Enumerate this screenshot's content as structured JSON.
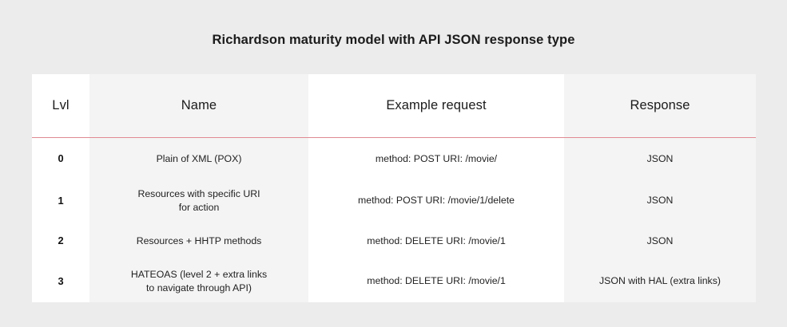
{
  "page": {
    "title": "Richardson maturity model with API JSON response type",
    "background_color": "#ececec"
  },
  "table": {
    "accent_rule_color": "#e08a92",
    "shaded_column_color": "#f4f4f4",
    "plain_column_color": "#ffffff",
    "columns": [
      {
        "key": "lvl",
        "label": "Lvl",
        "shaded": false
      },
      {
        "key": "name",
        "label": "Name",
        "shaded": true
      },
      {
        "key": "request",
        "label": "Example request",
        "shaded": false
      },
      {
        "key": "response",
        "label": "Response",
        "shaded": true
      }
    ],
    "rows": [
      {
        "lvl": "0",
        "name_line1": "Plain of XML (POX)",
        "name_line2": "",
        "request": "method: POST URI: /movie/",
        "response": "JSON"
      },
      {
        "lvl": "1",
        "name_line1": "Resources with specific URI",
        "name_line2": "for action",
        "request": "method: POST URI: /movie/1/delete",
        "response": "JSON"
      },
      {
        "lvl": "2",
        "name_line1": "Resources + HHTP methods",
        "name_line2": "",
        "request": "method: DELETE URI: /movie/1",
        "response": "JSON"
      },
      {
        "lvl": "3",
        "name_line1": "HATEOAS (level 2 + extra links",
        "name_line2": "to navigate through API)",
        "request": "method: DELETE URI: /movie/1",
        "response": "JSON with HAL (extra links)"
      }
    ]
  }
}
